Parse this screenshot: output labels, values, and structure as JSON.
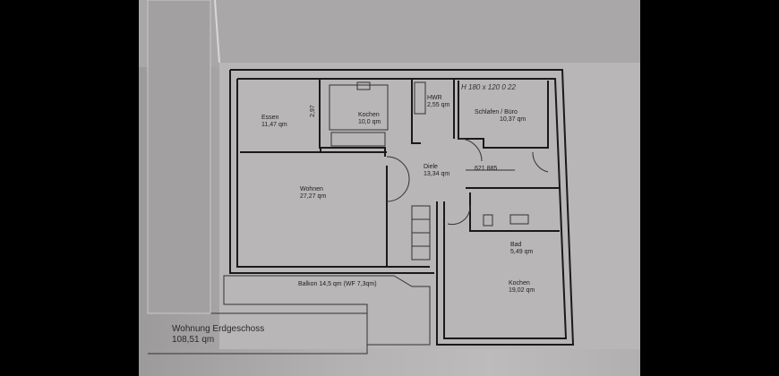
{
  "plan": {
    "title": "Wohnung Erdgeschoss",
    "total_area": "108,51 qm",
    "handwritten_note": "H 180 x 120 0 22",
    "rooms": [
      {
        "name": "Essen",
        "area": "11,47 qm"
      },
      {
        "name": "Kochen",
        "area": "10,0 qm"
      },
      {
        "name": "HWR",
        "area": "2,55 qm"
      },
      {
        "name": "Schlafen / Büro",
        "area": "10,37 qm"
      },
      {
        "name": "Diele",
        "area": "13,34 qm"
      },
      {
        "name": "Wohnen",
        "area": "27,27 qm"
      },
      {
        "name": "Bad",
        "area": "5,49 qm"
      },
      {
        "name": "Kochen",
        "area": "19,02 qm"
      }
    ],
    "balcony": "Balkon 14,5 qm (WF 7,3qm)",
    "dimension_height": "2,97",
    "dimension_door": "621 885"
  }
}
